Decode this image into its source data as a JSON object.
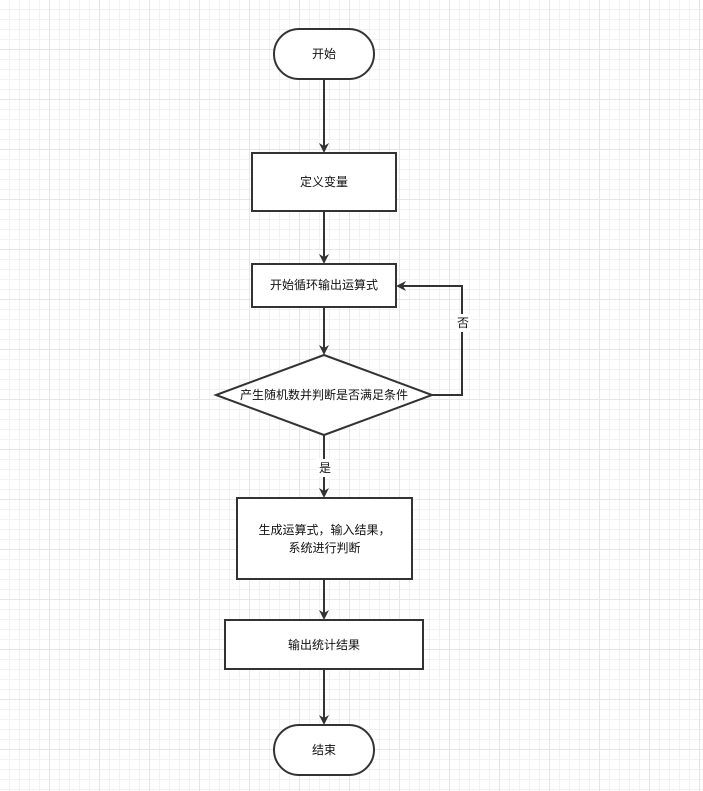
{
  "nodes": {
    "start": "开始",
    "define_vars": "定义变量",
    "loop_output": "开始循环输出运算式",
    "decision": "产生随机数并判断是否满足条件",
    "generate": {
      "line1": "生成运算式，输入结果，",
      "line2": "系统进行判断"
    },
    "output_stats": "输出统计结果",
    "end": "结束"
  },
  "edges": {
    "no": "否",
    "yes": "是"
  },
  "colors": {
    "stroke": "#333333",
    "fill": "#ffffff"
  }
}
